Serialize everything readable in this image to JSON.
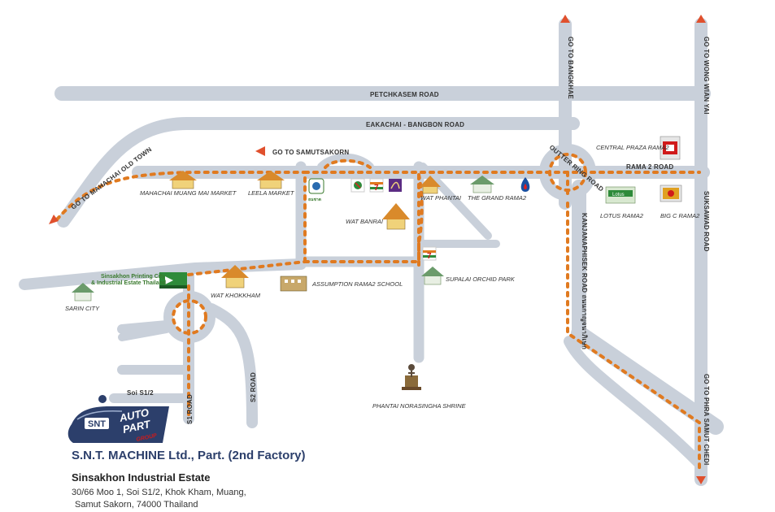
{
  "roads": {
    "petchkasem": "PETCHKASEM ROAD",
    "eakachai": "EAKACHAI - BANGBON ROAD",
    "rama2": "RAMA 2 ROAD",
    "outer_ring": "OUTTER RING ROAD",
    "kanjanaphisek": "KANJANAPHISEK ROAD ถนนกาญจนาภิเษก",
    "suksawad": "SUKSAWAD ROAD",
    "s1": "S1 ROAD",
    "s2": "S2 ROAD",
    "soi_s1_2": "Soi S1/2"
  },
  "directions": {
    "samutsakorn": "GO TO SAMUTSAKORN",
    "mahachai": "GO TO MAHACHAI OLD TOWN",
    "bangkhae": "GO TO BANGKHAE",
    "wong_wian_yai": "GO TO WONG WIAN YAI",
    "phra_samut_chedi": "GO TO PHRA SAMUT CHEDI"
  },
  "places": {
    "mahachai_market": "MAHACHAI MUANG MAI MARKET",
    "leela_market": "LEELA MARKET",
    "wat_phantai": "WAT PHANTAI",
    "grand_rama2": "THE GRAND RAMA2",
    "central_praza": "CENTRAL PRAZA RAMA2",
    "lotus": "LOTUS RAMA2",
    "big_c": "BIG C RAMA2",
    "wat_banrai": "WAT BANRAI",
    "supalai": "SUPALAI ORCHID PARK",
    "assumption": "ASSUMPTION RAMA2 SCHOOL",
    "wat_khokkham": "WAT KHOKKHAM",
    "sarin_city": "SARIN CITY",
    "shrine": "PHANTAI NORASINGHA SHRINE",
    "printing_city_1": "Sinsakhon Printing City",
    "printing_city_2": "& Industrial Estate Thailand"
  },
  "logo": {
    "line1": "AUTO",
    "line2": "PART",
    "line3": "GROUP",
    "mark": "SNT"
  },
  "store_marks": {
    "seven_eleven": "7",
    "lotus_sign": "Lotus",
    "bank": "ธนชาต"
  },
  "company": {
    "name": "S.N.T. MACHINE Ltd., Part. (2nd Factory)",
    "estate": "Sinsakhon Industrial Estate",
    "address_line1": "30/66 Moo 1, Soi S1/2, Khok Kham, Muang,",
    "address_line2": "Samut Sakorn, 74000 Thailand"
  },
  "colors": {
    "road": "#c9d0da",
    "route_arrow": "#e07a20",
    "direction_arrow": "#e0502d",
    "roof": "#d98a2b"
  }
}
